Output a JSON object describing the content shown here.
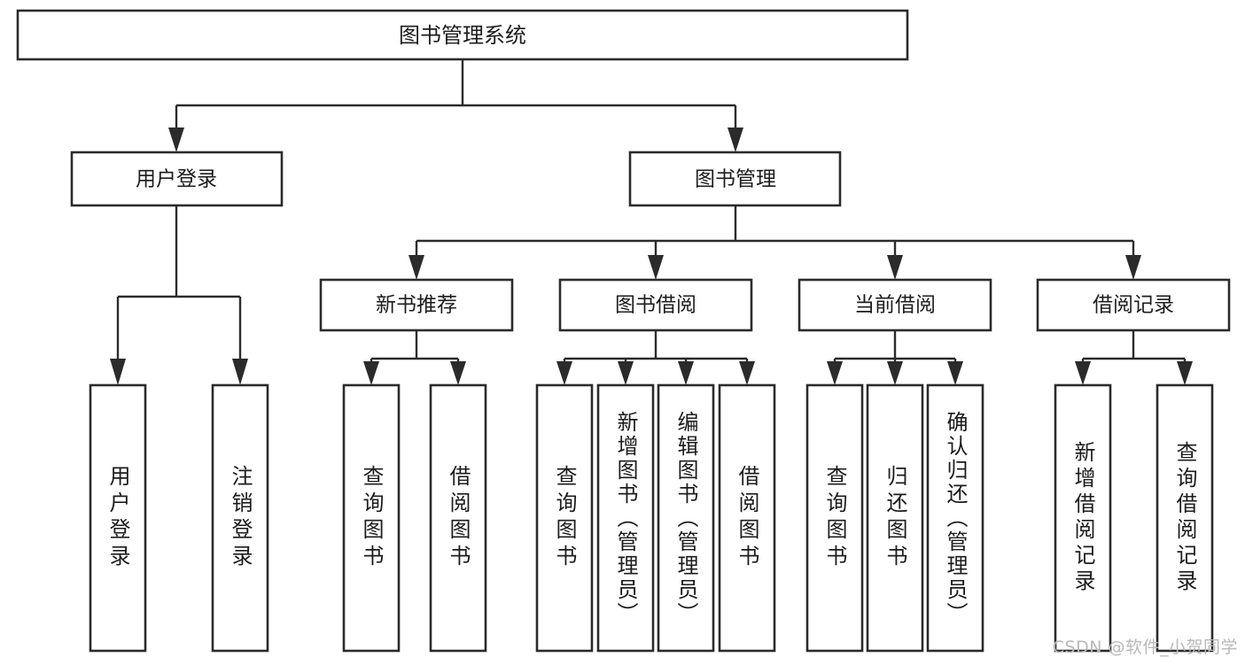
{
  "diagram": {
    "type": "tree",
    "title": "图书管理系统",
    "root": {
      "id": "root",
      "label": "图书管理系统"
    },
    "level2": [
      {
        "id": "user-login",
        "label": "用户登录"
      },
      {
        "id": "book-manage",
        "label": "图书管理"
      }
    ],
    "level3": [
      {
        "id": "new-book-recommend",
        "label": "新书推荐",
        "parent": "book-manage"
      },
      {
        "id": "book-borrow",
        "label": "图书借阅",
        "parent": "book-manage"
      },
      {
        "id": "current-borrow",
        "label": "当前借阅",
        "parent": "book-manage"
      },
      {
        "id": "borrow-record",
        "label": "借阅记录",
        "parent": "book-manage"
      }
    ],
    "leaves": {
      "user-login": [
        {
          "id": "leaf-user-login",
          "label": "用户登录"
        },
        {
          "id": "leaf-logout",
          "label": "注销登录"
        }
      ],
      "new-book-recommend": [
        {
          "id": "leaf-query-book-1",
          "label": "查询图书"
        },
        {
          "id": "leaf-borrow-book-1",
          "label": "借阅图书"
        }
      ],
      "book-borrow": [
        {
          "id": "leaf-query-book-2",
          "label": "查询图书"
        },
        {
          "id": "leaf-add-book",
          "label": "新增图书（管理员）"
        },
        {
          "id": "leaf-edit-book",
          "label": "编辑图书（管理员）"
        },
        {
          "id": "leaf-borrow-book-2",
          "label": "借阅图书"
        }
      ],
      "current-borrow": [
        {
          "id": "leaf-query-book-3",
          "label": "查询图书"
        },
        {
          "id": "leaf-return-book",
          "label": "归还图书"
        },
        {
          "id": "leaf-confirm-return",
          "label": "确认归还（管理员）"
        }
      ],
      "borrow-record": [
        {
          "id": "leaf-add-record",
          "label": "新增借阅记录"
        },
        {
          "id": "leaf-query-record",
          "label": "查询借阅记录"
        }
      ]
    }
  },
  "watermark": {
    "text": "CSDN @软件_小贺同学"
  },
  "colors": {
    "box_stroke": "#2b2b2b",
    "box_fill": "#ffffff",
    "text": "#1c1c1c",
    "watermark": "#b9b9b9",
    "background": "#ffffff"
  }
}
